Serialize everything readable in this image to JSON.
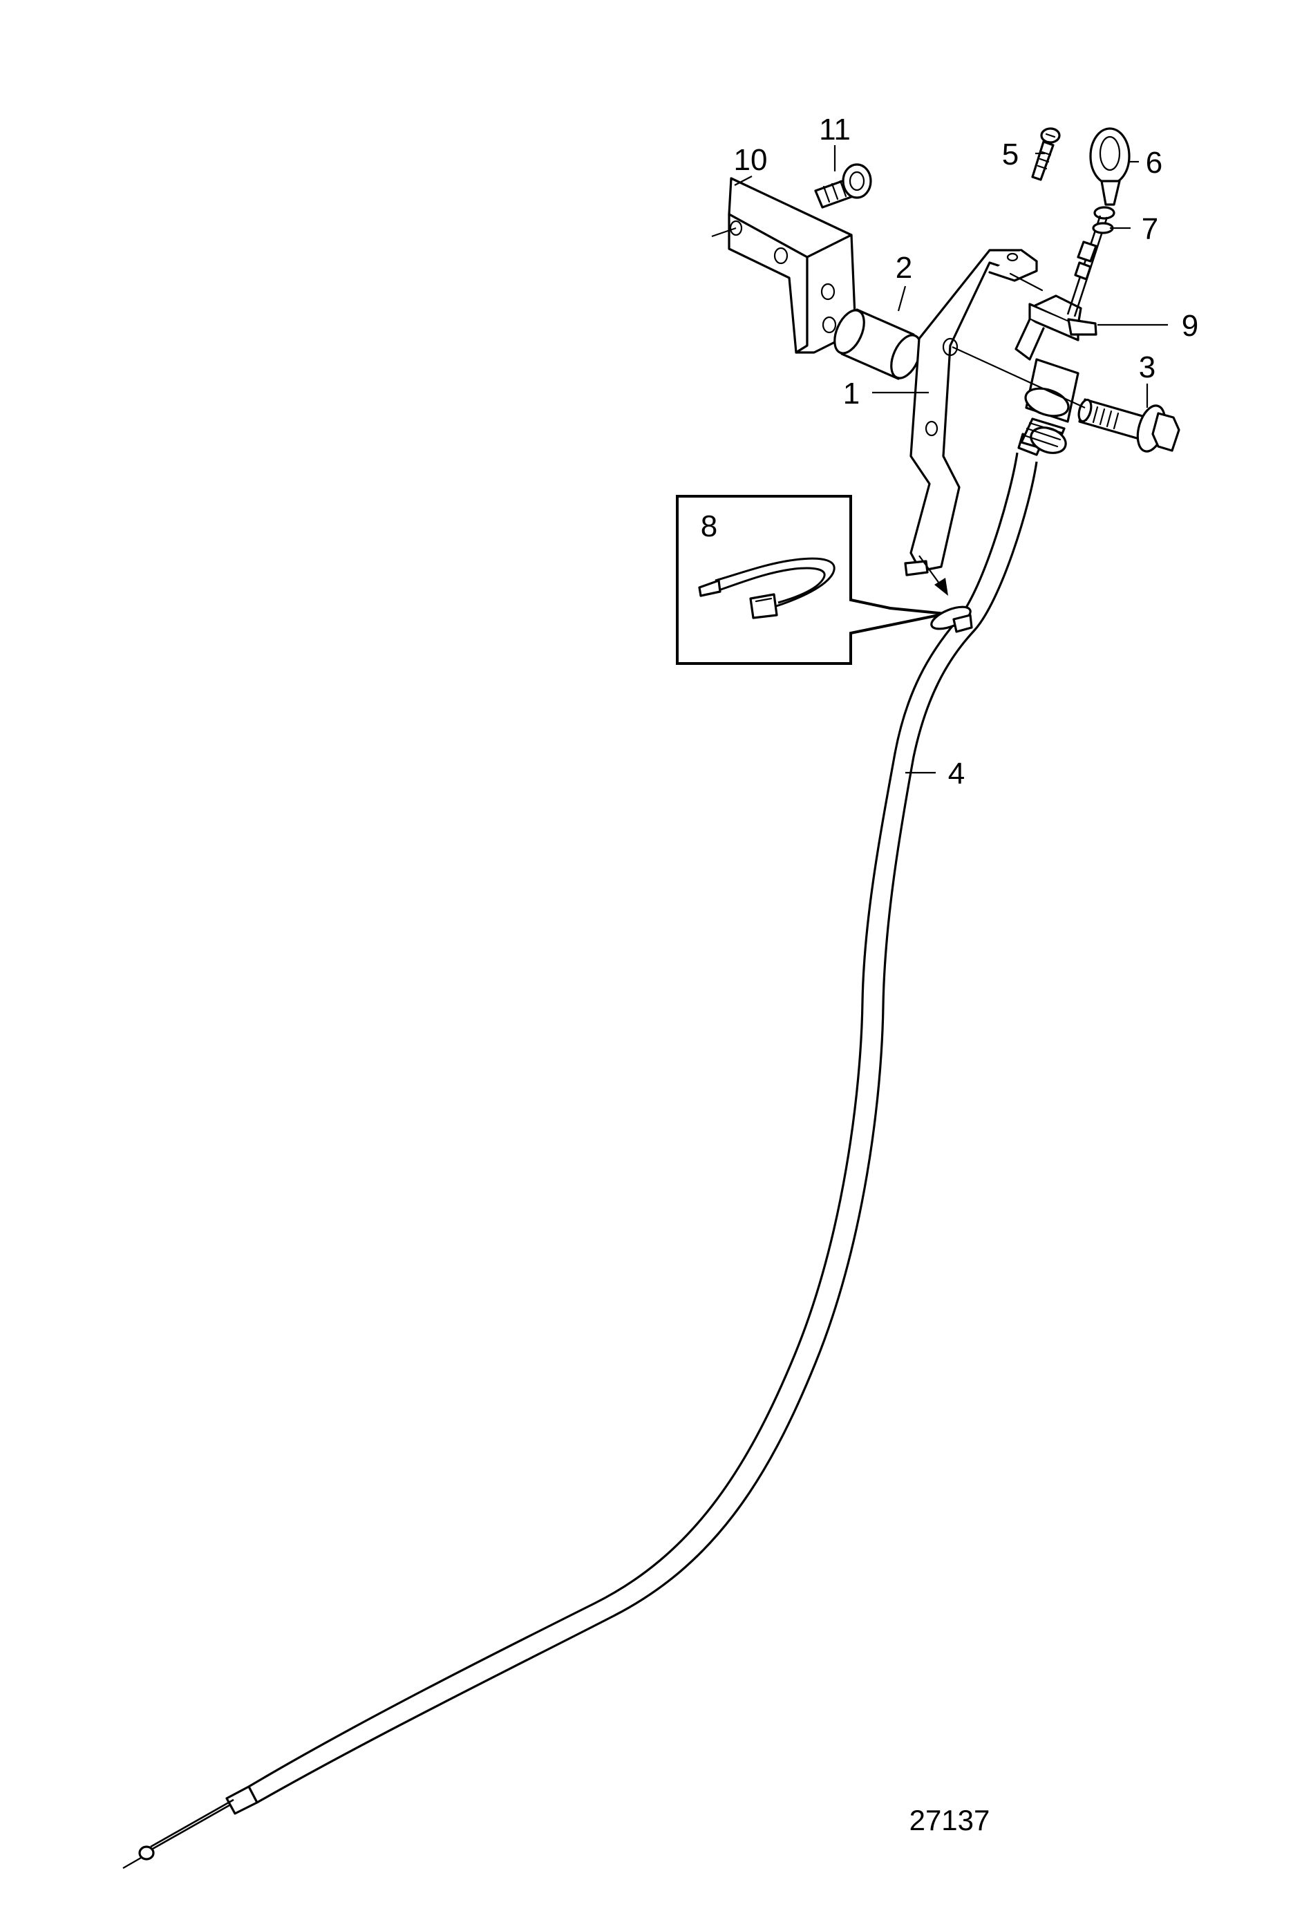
{
  "callouts": {
    "c1": "1",
    "c2": "2",
    "c3": "3",
    "c4": "4",
    "c5": "5",
    "c6": "6",
    "c7": "7",
    "c8": "8",
    "c9": "9",
    "c10": "10",
    "c11": "11"
  },
  "figure_number": "27137"
}
